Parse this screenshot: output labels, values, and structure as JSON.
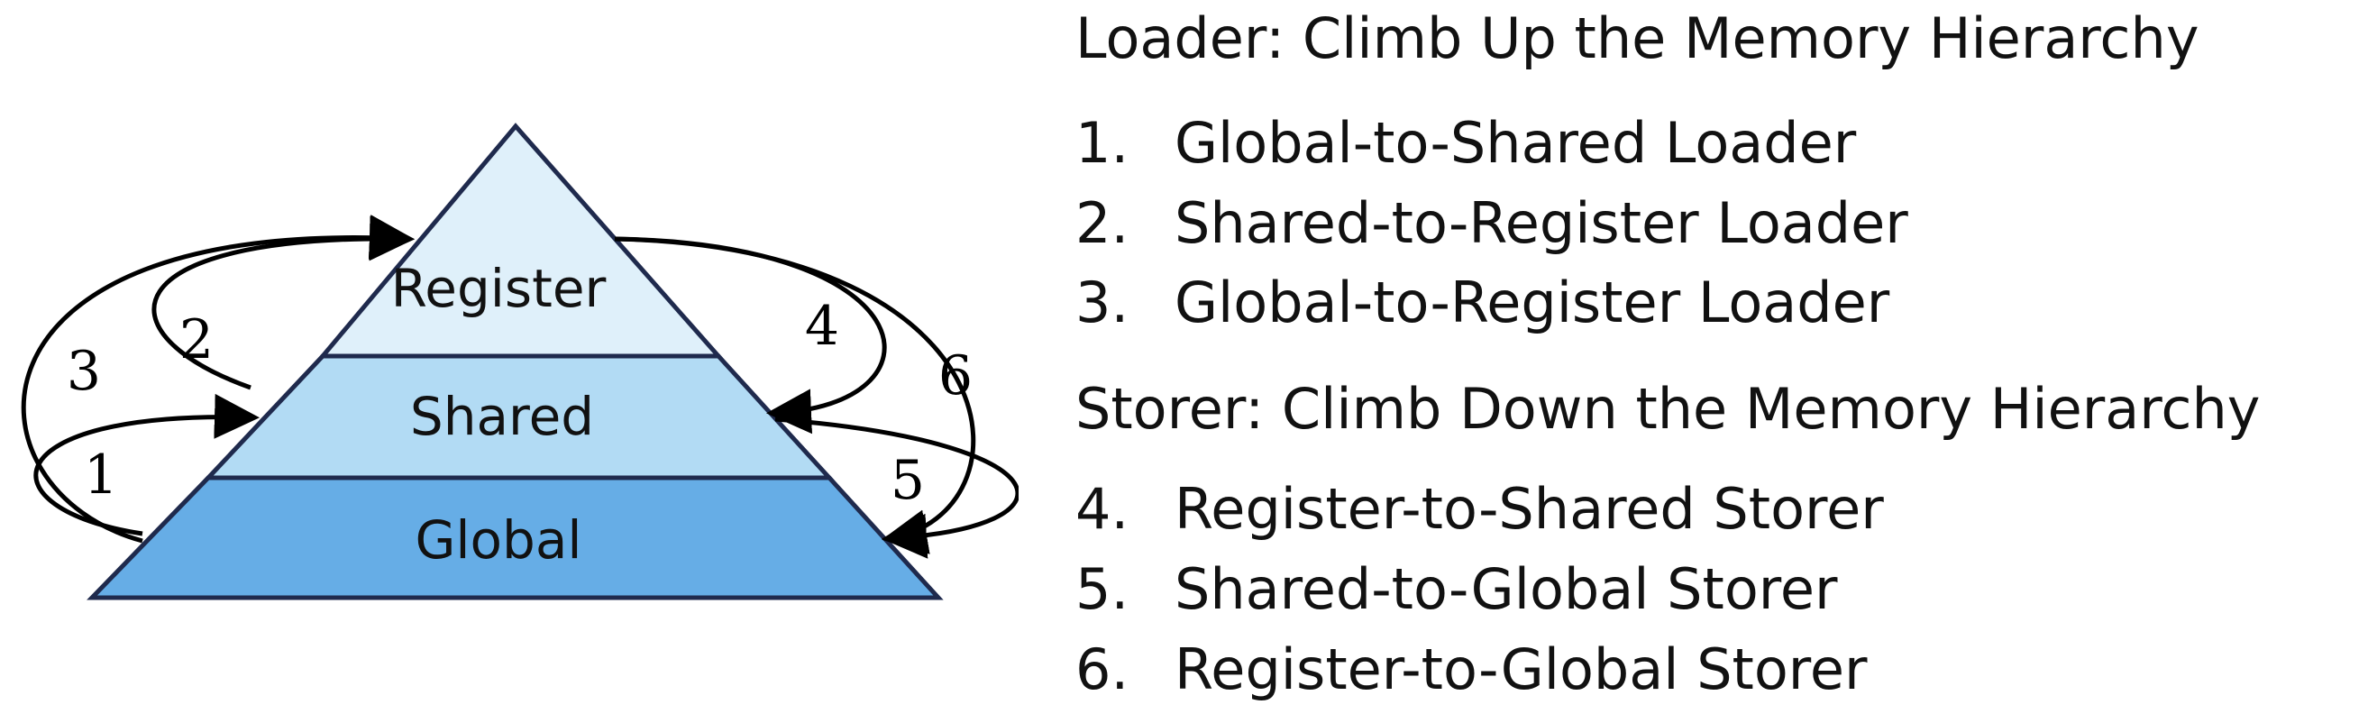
{
  "pyramid": {
    "layers": [
      {
        "label": "Register",
        "color": "#dff0fa"
      },
      {
        "label": "Shared",
        "color": "#b2dbf4"
      },
      {
        "label": "Global",
        "color": "#66ade6"
      }
    ],
    "outline_color": "#1f2a4d"
  },
  "arrows": [
    {
      "number": "1",
      "from": "Global",
      "to": "Shared"
    },
    {
      "number": "2",
      "from": "Shared",
      "to": "Register"
    },
    {
      "number": "3",
      "from": "Global",
      "to": "Register"
    },
    {
      "number": "4",
      "from": "Register",
      "to": "Shared"
    },
    {
      "number": "5",
      "from": "Shared",
      "to": "Global"
    },
    {
      "number": "6",
      "from": "Register",
      "to": "Global"
    }
  ],
  "legend": {
    "loader_heading": "Loader: Climb Up the Memory Hierarchy",
    "loaders": [
      {
        "num": "1.",
        "text": "Global-to-Shared Loader"
      },
      {
        "num": "2.",
        "text": "Shared-to-Register Loader"
      },
      {
        "num": "3.",
        "text": "Global-to-Register Loader"
      }
    ],
    "storer_heading": "Storer: Climb Down the Memory Hierarchy",
    "storers": [
      {
        "num": "4.",
        "text": "Register-to-Shared Storer"
      },
      {
        "num": "5.",
        "text": "Shared-to-Global Storer"
      },
      {
        "num": "6.",
        "text": "Register-to-Global Storer"
      }
    ]
  }
}
